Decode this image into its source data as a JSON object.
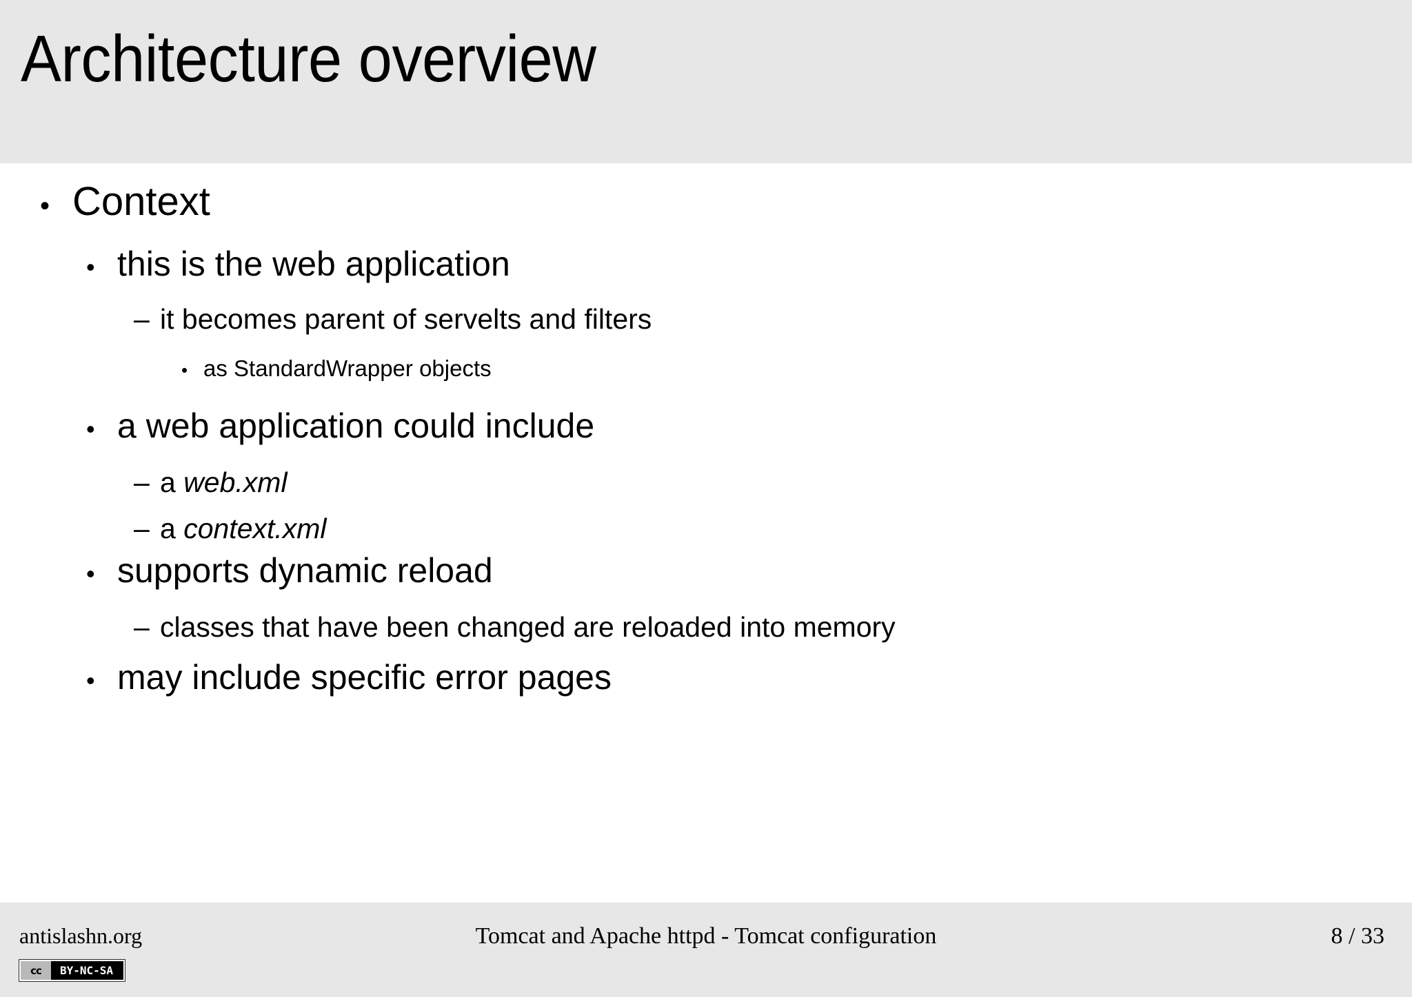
{
  "slide": {
    "title": "Architecture overview",
    "header_bg": "#e7e7e7",
    "body_bg": "#ffffff",
    "text_color": "#000000"
  },
  "content": {
    "bullets": [
      {
        "level": 1,
        "marker": "•",
        "text": "Context"
      },
      {
        "level": 2,
        "marker": "•",
        "text": "this is the web application"
      },
      {
        "level": 3,
        "marker": "–",
        "text": "it becomes parent of servelts and filters"
      },
      {
        "level": 4,
        "marker": "•",
        "text": "as StandardWrapper objects"
      },
      {
        "level": 2,
        "marker": "•",
        "text": "a web application could include"
      },
      {
        "level": 3,
        "marker": "–",
        "text_plain": "a ",
        "text_italic": "web.xml",
        "text": "a web.xml"
      },
      {
        "level": 3,
        "marker": "–",
        "text_plain": "a ",
        "text_italic": "context.xml",
        "text": "a context.xml"
      },
      {
        "level": 2,
        "marker": "•",
        "text": "supports dynamic reload"
      },
      {
        "level": 3,
        "marker": "–",
        "text": "classes that have been changed are reloaded into memory"
      },
      {
        "level": 2,
        "marker": "•",
        "text": "may include specific error pages"
      }
    ]
  },
  "footer": {
    "left": "antislashn.org",
    "center": "Tomcat and Apache httpd - Tomcat configuration",
    "page": "8 / 33",
    "bg": "#e7e7e7",
    "license": {
      "mark": "cc",
      "terms": "BY-NC-SA"
    }
  }
}
